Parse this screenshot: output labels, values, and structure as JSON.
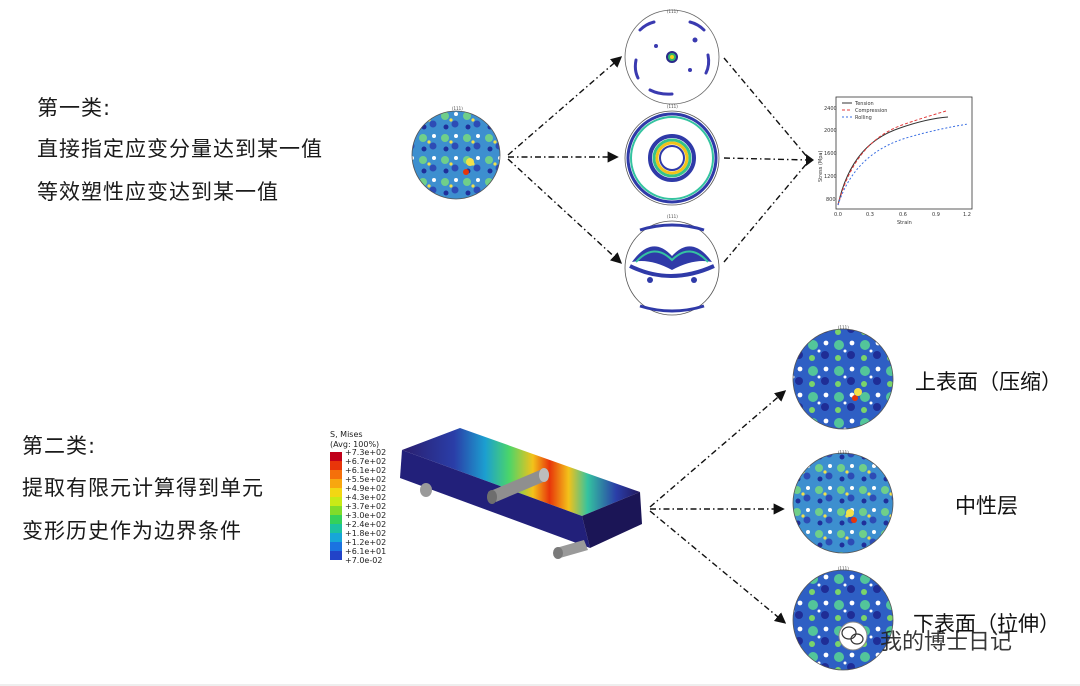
{
  "section1": {
    "title": "第一类:",
    "lines": [
      "直接指定应变分量达到某一值",
      "等效塑性应变达到某一值"
    ]
  },
  "section2": {
    "title": "第二类:",
    "lines": [
      "提取有限元计算得到单元",
      "变形历史作为边界条件"
    ]
  },
  "labels": {
    "upper": "上表面（压缩）",
    "middle": "中性层",
    "lower": "下表面（拉伸）"
  },
  "pole_index": "(111)",
  "legend": {
    "title": "S, Mises",
    "subtitle": "(Avg: 100%)",
    "values": [
      "+7.3e+02",
      "+6.7e+02",
      "+6.1e+02",
      "+5.5e+02",
      "+4.9e+02",
      "+4.3e+02",
      "+3.7e+02",
      "+3.0e+02",
      "+2.4e+02",
      "+1.8e+02",
      "+1.2e+02",
      "+6.1e+01",
      "+7.0e-02"
    ],
    "colors": [
      "#c0001a",
      "#e8350a",
      "#f5700a",
      "#f8a70f",
      "#f3d713",
      "#c8ea16",
      "#7fdc2a",
      "#34d15a",
      "#1cc2a0",
      "#17a6d8",
      "#1b73e0",
      "#2243c8",
      "#2a1e9e"
    ]
  },
  "mini_chart": {
    "series": [
      {
        "name": "Tension",
        "color": "#333333"
      },
      {
        "name": "Compression",
        "color": "#e23b3b"
      },
      {
        "name": "Rolling",
        "color": "#3b6fe2"
      }
    ],
    "ylabel": "Stress (Mpa)",
    "xlabel": "Strain",
    "yticks": [
      "2400",
      "2000",
      "1600",
      "1200",
      "800"
    ],
    "xticks": [
      "0.0",
      "0.3",
      "0.6",
      "0.9",
      "1.2"
    ]
  },
  "watermark": "我的博士日记"
}
